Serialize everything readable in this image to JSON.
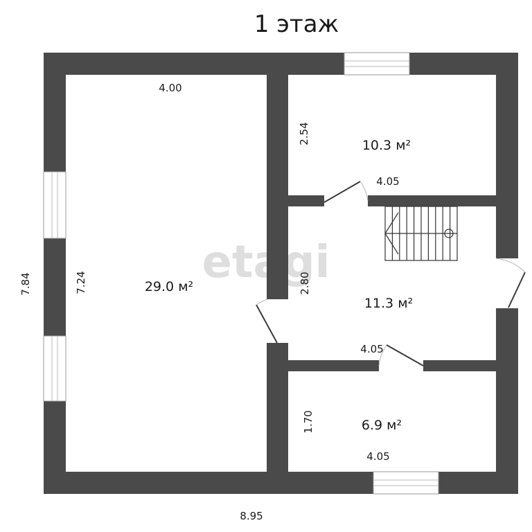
{
  "title": "1 этаж",
  "watermark": "etagi",
  "rooms": [
    {
      "area": "29.0 м²",
      "width": "4.00",
      "length": "7.24"
    },
    {
      "area": "10.3 м²",
      "width": "4.05",
      "length": "2.54"
    },
    {
      "area": "11.3 м²",
      "width": "4.05",
      "length": "2.80"
    },
    {
      "area": "6.9 м²",
      "width": "4.05",
      "length": "1.70"
    }
  ],
  "overall": {
    "width": "8.95",
    "height": "7.84"
  },
  "colors": {
    "wall": "#4a4a4a",
    "background": "#ffffff"
  }
}
